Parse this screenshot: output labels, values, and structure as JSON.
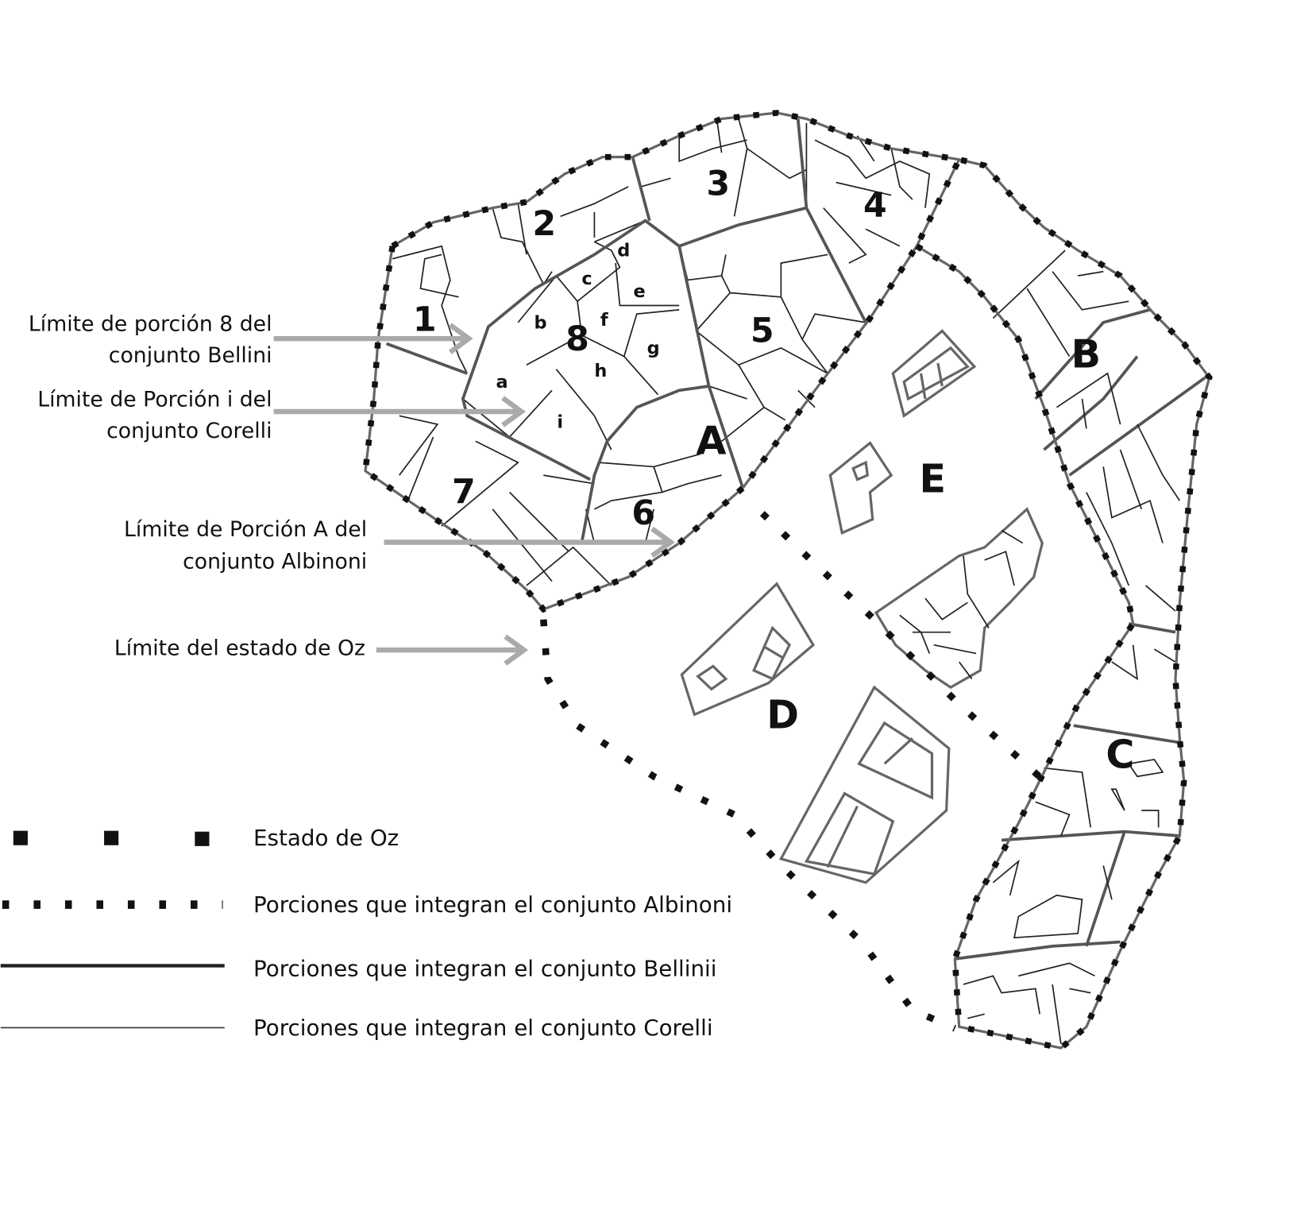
{
  "title": "Estado de Oz",
  "annotations": [
    {
      "line1": "Límite de porción 8 del",
      "line2": "conjunto Bellini"
    },
    {
      "line1": "Límite de Porción i del",
      "line2": "conjunto Corelli"
    },
    {
      "line1": "Límite de Porción A del",
      "line2": "conjunto Albinoni"
    },
    {
      "line1": "Límite del estado de Oz",
      "line2": ""
    }
  ],
  "map_labels": {
    "albinoni": [
      "A",
      "B",
      "C",
      "D",
      "E"
    ],
    "bellini": [
      "1",
      "2",
      "3",
      "4",
      "5",
      "6",
      "7",
      "8"
    ],
    "corelli": [
      "a",
      "b",
      "c",
      "d",
      "e",
      "f",
      "g",
      "h",
      "i"
    ]
  },
  "legend": [
    {
      "label": "Estado de Oz",
      "style": "large-squares"
    },
    {
      "label": "Porciones que integran el conjunto Albinoni",
      "style": "small-squares"
    },
    {
      "label": "Porciones que integran el conjunto Bellinii",
      "style": "thick-line"
    },
    {
      "label": "Porciones que integran el conjunto Corelli",
      "style": "thin-line"
    }
  ]
}
